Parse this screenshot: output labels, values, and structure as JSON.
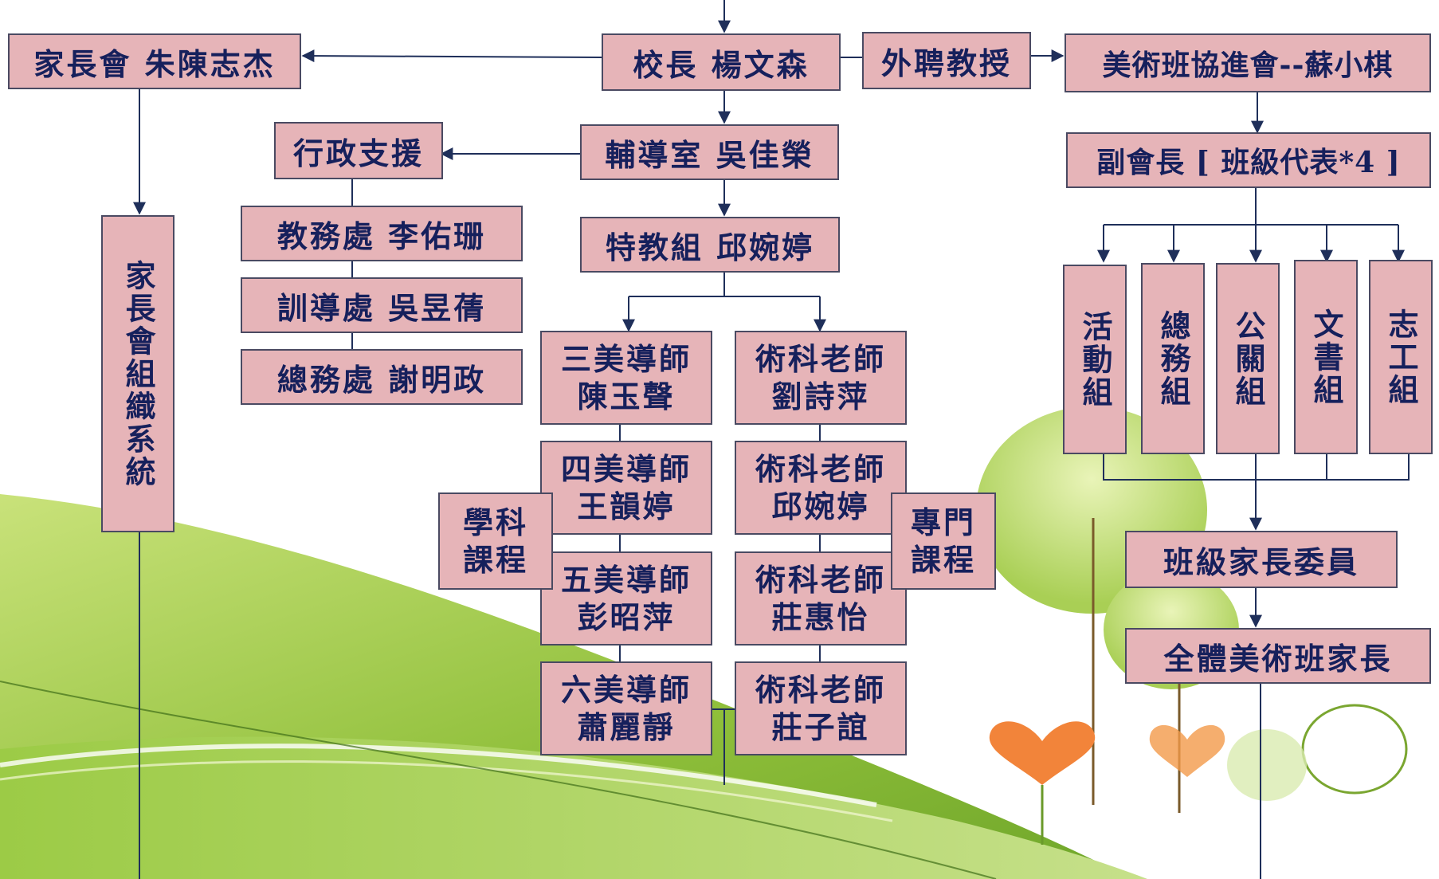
{
  "nodes": {
    "principal": "校長 楊文森",
    "parent_assoc": "家長會 朱陳志杰",
    "parent_org": "家長會組織系統",
    "external_prof": "外聘教授",
    "art_assoc": "美術班協進會--蘇小棋",
    "vice_president": "副會長 [ 班級代表*4 ]",
    "counseling": "輔導室 吳佳榮",
    "admin_support": "行政支援",
    "academic_affairs": "教務處 李佑珊",
    "student_affairs": "訓導處 吳昱蒨",
    "general_affairs": "總務處 謝明政",
    "special_ed": "特教組 邱婉婷",
    "homeroom": [
      [
        "三美導師",
        "陳玉聲"
      ],
      [
        "四美導師",
        "王韻婷"
      ],
      [
        "五美導師",
        "彭昭萍"
      ],
      [
        "六美導師",
        "蕭麗靜"
      ]
    ],
    "art_teachers": [
      [
        "術科老師",
        "劉詩萍"
      ],
      [
        "術科老師",
        "邱婉婷"
      ],
      [
        "術科老師",
        "莊惠怡"
      ],
      [
        "術科老師",
        "莊子誼"
      ]
    ],
    "academic_course": [
      "學科",
      "課程"
    ],
    "special_course": [
      "專門",
      "課程"
    ],
    "groups": [
      "活動組",
      "總務組",
      "公關組",
      "文書組",
      "志工組"
    ],
    "class_parent_committee": "班級家長委員",
    "all_parents": "全體美術班家長"
  },
  "colors": {
    "box_fill": "#e6b4b8",
    "box_text": "#16205c",
    "line": "#1f2f5a",
    "hill_green": "#8fbf3a"
  }
}
